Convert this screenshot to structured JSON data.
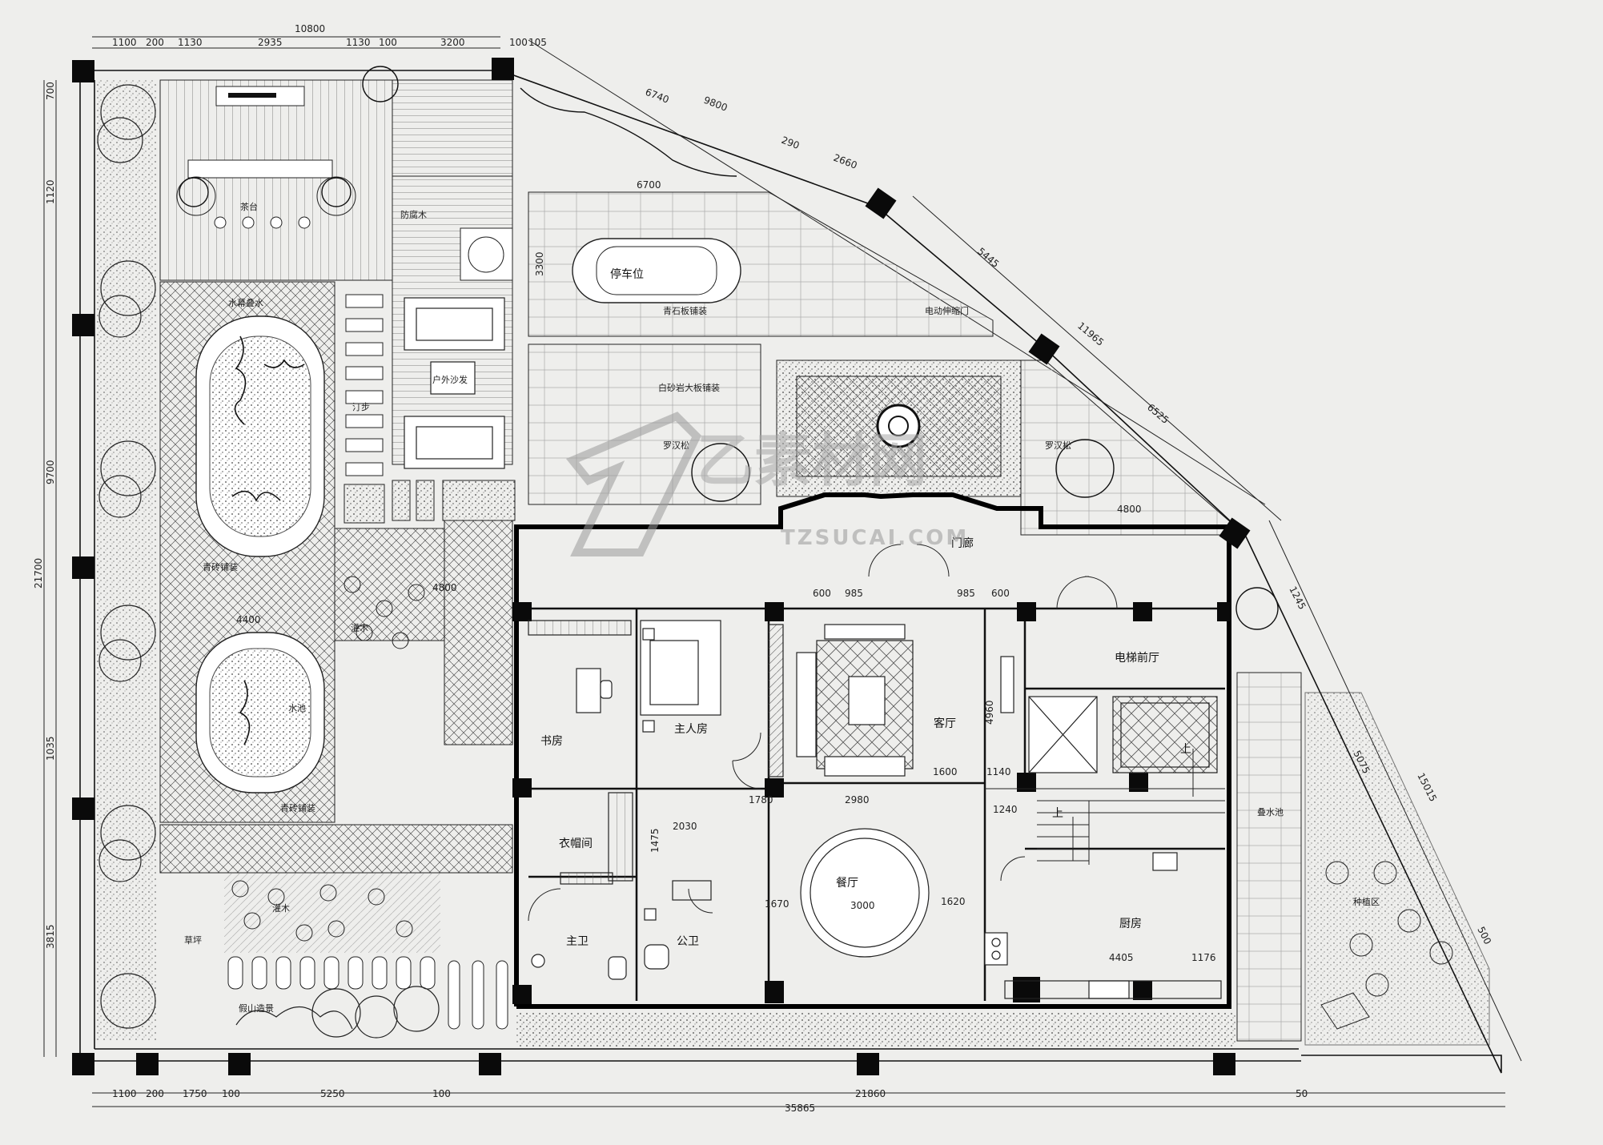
{
  "dimensions": {
    "top_total": "10800",
    "top_segments": [
      "1100",
      "200",
      "1130",
      "2935",
      "1130",
      "100",
      "3200",
      "100",
      "105"
    ],
    "bottom_total": "35865",
    "bottom_total_2": "21860",
    "bottom_segments": [
      "1100",
      "200",
      "1750",
      "100",
      "5250",
      "100",
      "50"
    ],
    "left_total": "21700",
    "left_segments": [
      "700",
      "1120",
      "9700",
      "1035",
      "3815"
    ],
    "diag_segments": [
      "6740",
      "9800",
      "290",
      "2660",
      "5445",
      "11965",
      "6525",
      "1245",
      "5075",
      "15015",
      "500"
    ]
  },
  "rooms": {
    "study": "书房",
    "master_bedroom": "主人房",
    "living_room": "客厅",
    "elevator_lobby": "电梯前厅",
    "walk_in_closet": "衣帽间",
    "dining_room": "餐厅",
    "master_bath": "主卫",
    "public_bath": "公卫",
    "kitchen": "厨房",
    "porch": "门廊",
    "parking": "停车位",
    "stair_up_1": "上",
    "stair_up_2": "上"
  },
  "notes": {
    "granite_paving_1": "青石板铺装",
    "granite_paving_2": "白砂岩大板铺装",
    "electric_gate": "电动伸缩门",
    "water_curtain": "水幕叠水",
    "gravel_1": "青砖铺装",
    "gravel_2": "青砖铺装",
    "lawn": "草坪",
    "rock_garden": "假山造景",
    "tea_area": "茶台",
    "shrub_1": "灌木",
    "shrub_2": "灌木",
    "pool": "水池",
    "pond": "叠水池",
    "planting": "种植区",
    "gazebo": "户外沙发",
    "wall_art": "罗汉松",
    "wall_art_2": "罗汉松",
    "tile": "防腐木",
    "side_path": "汀步",
    "kitchen_dim": "4405",
    "kitchen_dim2": "1176",
    "dining_dim": "3000",
    "dining_dim2": "1670",
    "dining_dim3": "1620",
    "closet_dim": "2030",
    "closet_dim2": "1475",
    "dining_top": "2980",
    "living_dim": "1600",
    "living_dim2": "1140",
    "lobby_dim": "1240",
    "door_dim_a": "600",
    "door_dim_b": "985",
    "door_dim_c": "985",
    "door_dim_d": "600",
    "stair_dim": "1780",
    "elev_dim": "4960",
    "garden_dim": "4800",
    "parking_dim": "6700",
    "parking_dim2": "3300",
    "garden_w": "4400",
    "court_dim": "4800"
  },
  "watermark": {
    "main": "乙素材网",
    "sub": "TZSUCAI.COM"
  },
  "colors": {
    "background": "#eeeeec",
    "line": "#111111",
    "wall": "#000000",
    "column": "#0a0a0a",
    "watermark": "#b0b0b0"
  }
}
